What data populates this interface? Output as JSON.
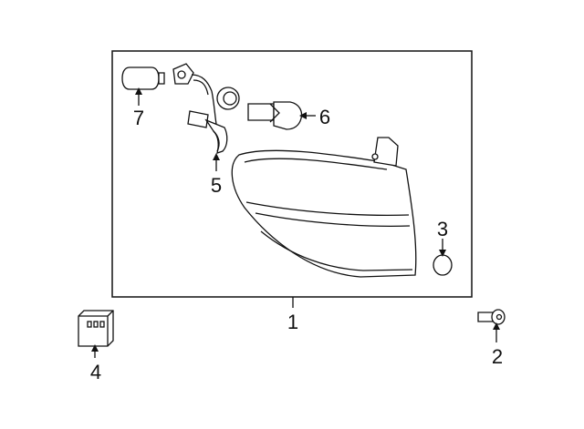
{
  "callouts": {
    "assembly": "1",
    "screw": "2",
    "plug": "3",
    "clip": "4",
    "socket_harness": "5",
    "bulb_large": "6",
    "bulb_small": "7"
  }
}
